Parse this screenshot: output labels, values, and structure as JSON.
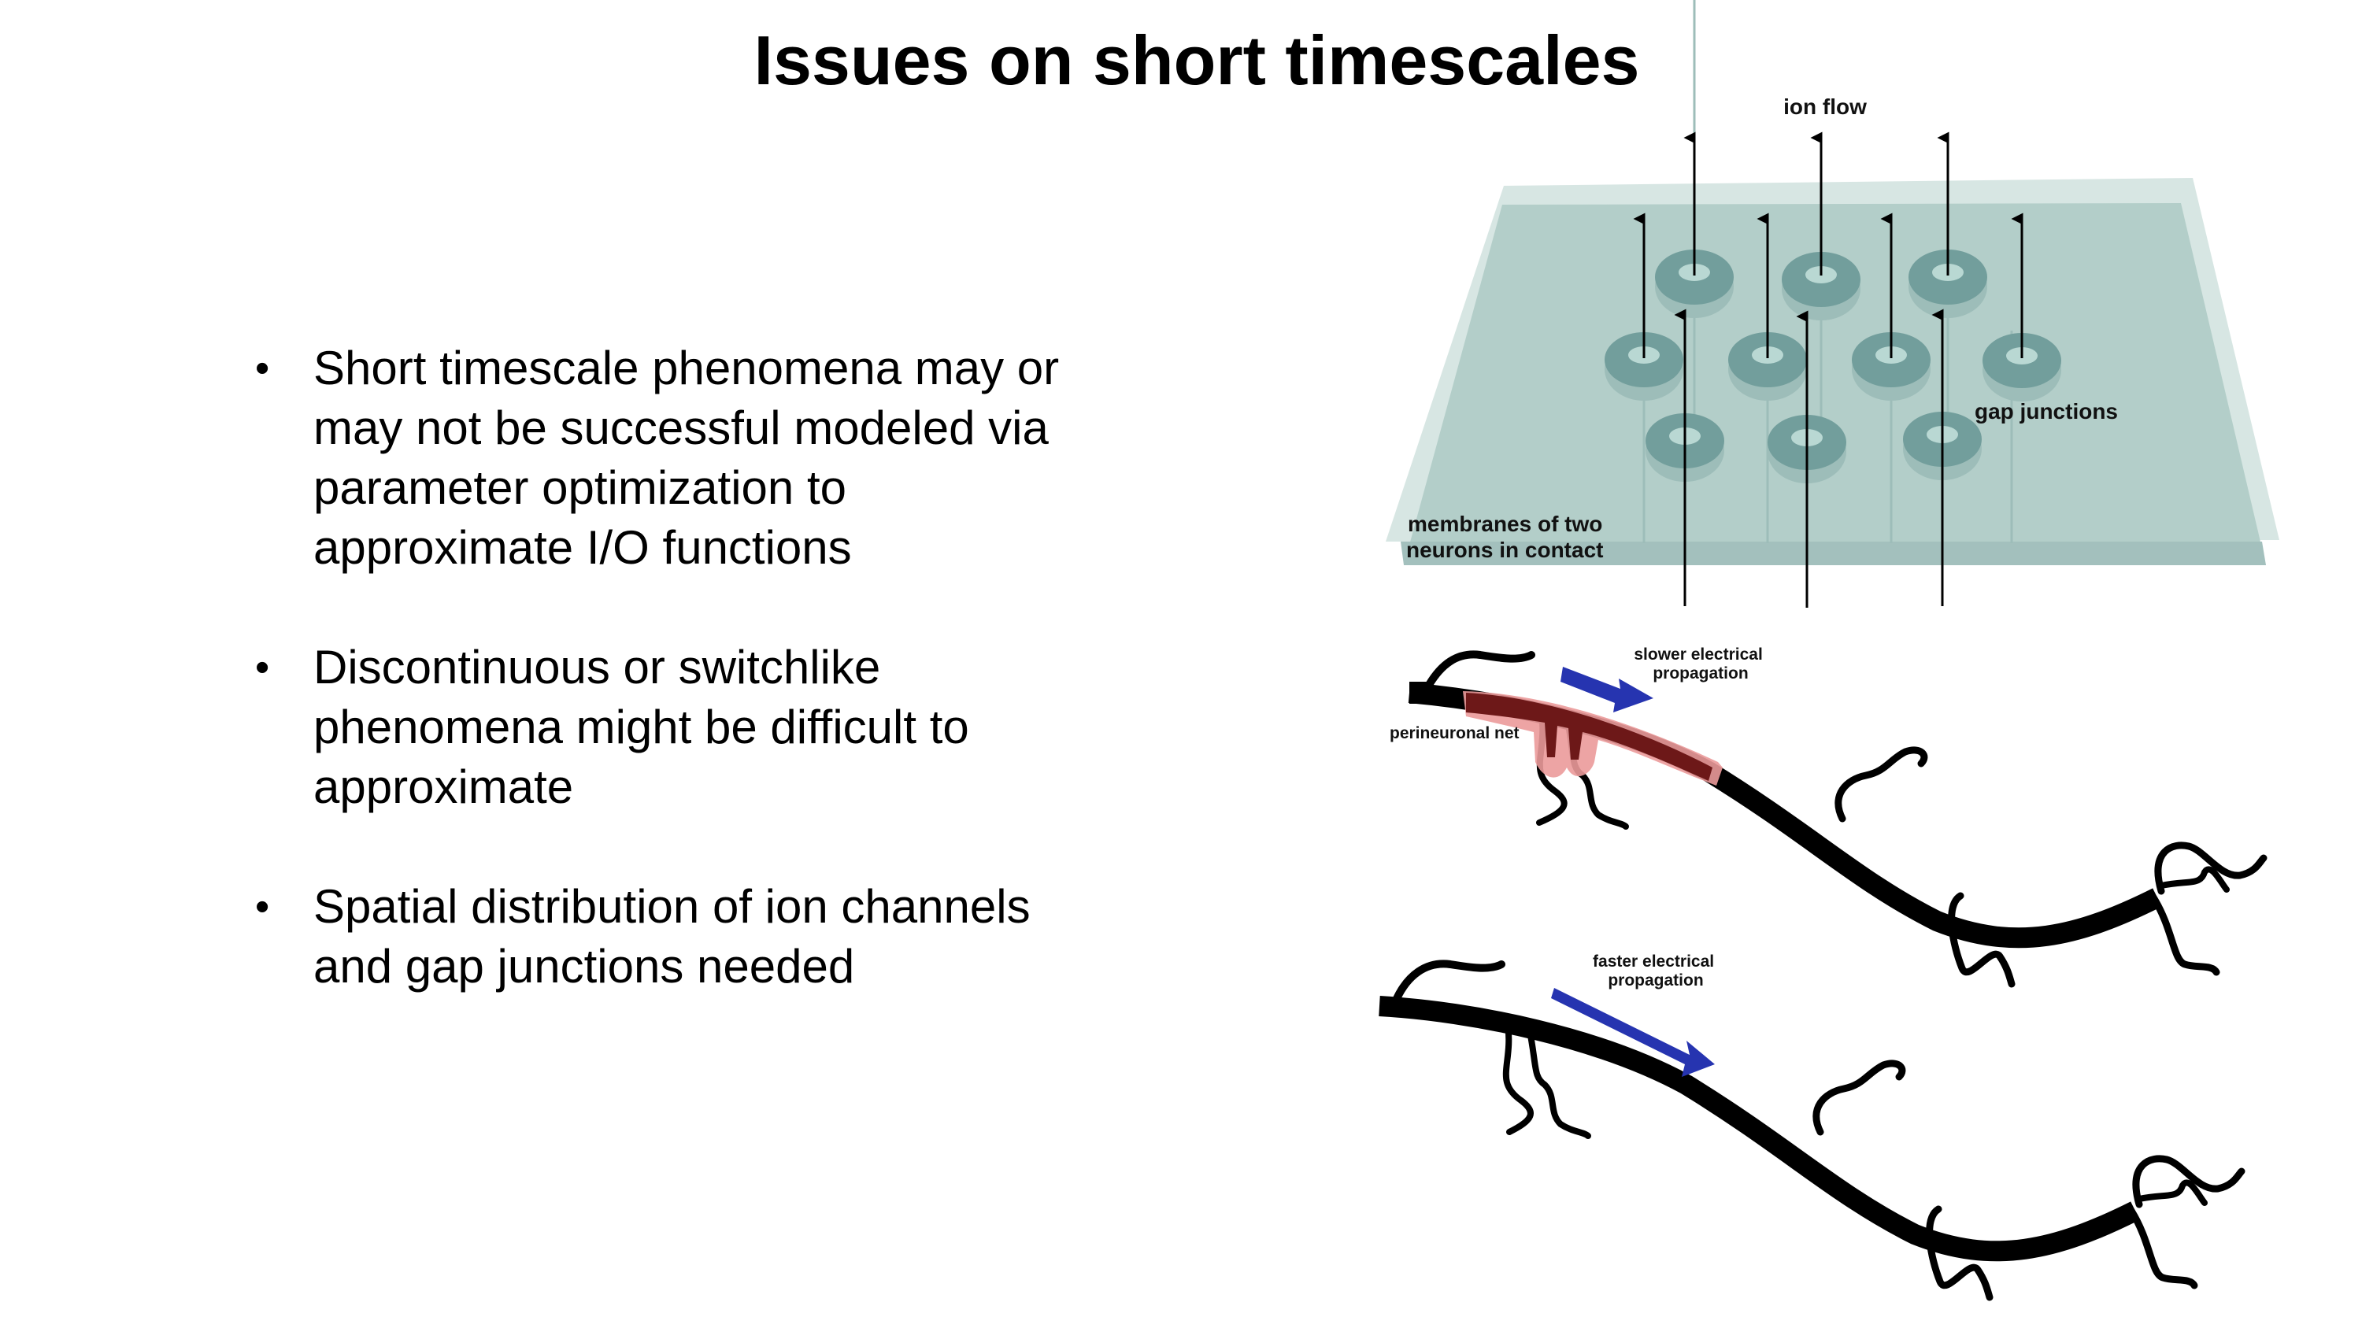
{
  "slide": {
    "title": "Issues on short timescales",
    "bullets": [
      {
        "text_lines": [
          "Short timescale phenomena may or",
          "may not be successful modeled via",
          "parameter optimization to",
          "approximate I/O functions"
        ]
      },
      {
        "text_lines": [
          "Discontinuous or switchlike",
          "phenomena might be difficult to",
          "approximate"
        ]
      },
      {
        "text_lines": [
          "Spatial distribution of ion channels",
          "and gap junctions needed"
        ]
      }
    ],
    "bullet_glyph": "•"
  },
  "figure": {
    "membrane_diagram": {
      "ion_flow_label": "ion flow",
      "gap_junctions_label": "gap junctions",
      "membranes_label_lines": [
        "membranes of two",
        "neurons in contact"
      ],
      "gap_junction_count": 10,
      "colors": {
        "membrane_back": "#d7e6e3",
        "membrane_front": "#b3cec9",
        "membrane_edge": "#a3c0bd",
        "junction": "#729e9c",
        "junction_shadow": "#9dbdb9",
        "junction_hole": "#b9d8d3"
      }
    },
    "neuron_top": {
      "propagation_label_lines": [
        "slower electrical",
        "propagation"
      ],
      "perineuronal_label": "perineuronal net",
      "colors": {
        "axon": "#000000",
        "net_fill": "#6d1818",
        "net_halo": "#eb9a9a",
        "arrow": "#2634b0"
      }
    },
    "neuron_bottom": {
      "propagation_label_lines": [
        "faster electrical",
        "propagation"
      ],
      "colors": {
        "axon": "#000000",
        "arrow": "#2634b0"
      }
    }
  }
}
